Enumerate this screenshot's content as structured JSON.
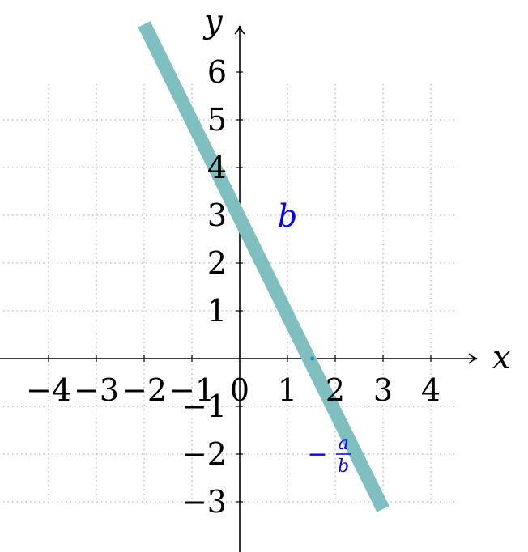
{
  "chart_data": {
    "type": "line",
    "xlabel": "x",
    "ylabel": "y",
    "xlim": [
      -5,
      5
    ],
    "ylim": [
      -4,
      7
    ],
    "x_ticks": [
      "−4",
      "−3",
      "−2",
      "−1",
      "0",
      "1",
      "2",
      "3",
      "4"
    ],
    "y_ticks": [
      "−3",
      "−2",
      "−1",
      "1",
      "2",
      "3",
      "4",
      "5",
      "6"
    ],
    "x_tick_values": [
      -4,
      -3,
      -2,
      -1,
      0,
      1,
      2,
      3,
      4
    ],
    "y_tick_values": [
      -3,
      -2,
      -1,
      1,
      2,
      3,
      4,
      5,
      6
    ],
    "grid": true,
    "grid_x_range": [
      -4,
      4
    ],
    "grid_y_range": [
      -3,
      5
    ],
    "series": [
      {
        "x": [
          -2,
          3
        ],
        "y": [
          7,
          -3.15
        ],
        "color": "#7fbfbf"
      }
    ],
    "annotations": {
      "intercept_label": "b",
      "intercept_label_at": [
        1,
        3
      ],
      "root_label_minus": "−",
      "root_label_num": "a",
      "root_label_den": "b",
      "root_label_at": [
        2,
        -2
      ]
    },
    "colors": {
      "axis": "#000000",
      "grid": "#aab0ee",
      "line": "#7fbfbf",
      "annotation": "#0000ff"
    }
  }
}
